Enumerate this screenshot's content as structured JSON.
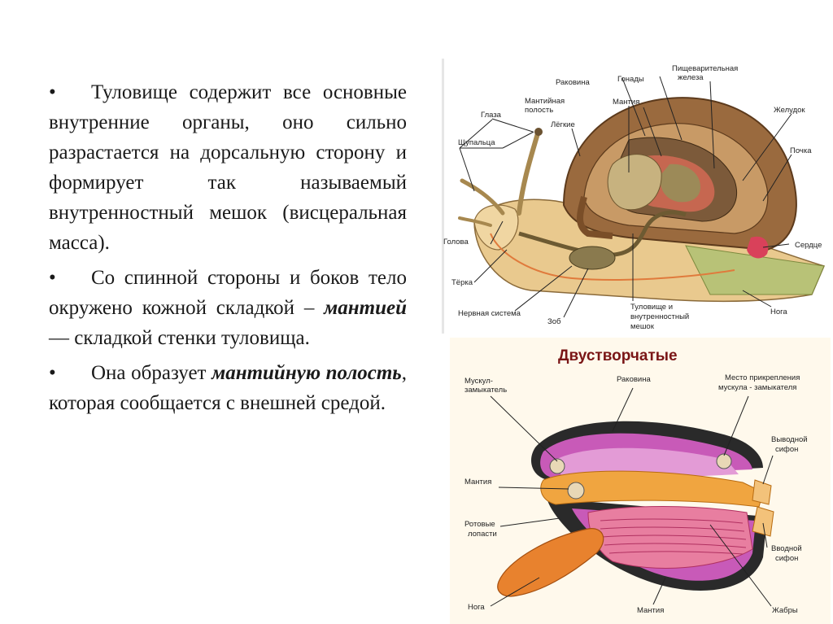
{
  "paragraphs": [
    {
      "bullet": "•",
      "runs": [
        {
          "t": "Туловище содержит все основные внутренние органы, оно сильно разрастается на дорсальную сторону и формирует так называемый внутренностный мешок (висцеральная масса).",
          "em": false
        }
      ]
    },
    {
      "bullet": "•",
      "runs": [
        {
          "t": "Со спинной стороны и боков тело окружено кожной складкой – ",
          "em": false
        },
        {
          "t": "мантией",
          "em": true
        },
        {
          "t": " — складкой стенки туловища.",
          "em": false
        }
      ]
    },
    {
      "bullet": "•",
      "runs": [
        {
          "t": "Она образует ",
          "em": false
        },
        {
          "t": "мантийную полость",
          "em": true
        },
        {
          "t": ", которая сообщается с внешней средой.",
          "em": false
        }
      ]
    }
  ],
  "snail_figure": {
    "labels": {
      "rakovina": "Раковина",
      "gonady": "Гонады",
      "pishch1": "Пищеварительная",
      "pishch2": "железа",
      "mant_pol1": "Мантийная",
      "mant_pol2": "полость",
      "mantiya": "Мантия",
      "zheludok": "Желудок",
      "glaza": "Глаза",
      "legkie": "Лёгкие",
      "shchupaltsa": "Щупальца",
      "pochka": "Почка",
      "golova": "Голова",
      "serdtse": "Сердце",
      "terka": "Тёрка",
      "nerv": "Нервная система",
      "zob": "Зоб",
      "tul1": "Туловище и",
      "tul2": "внутренностный",
      "tul3": "мешок",
      "noga": "Нога"
    }
  },
  "bivalve_figure": {
    "title": "Двустворчатые",
    "labels": {
      "muskul1": "Мускул-",
      "muskul2": "замыкатель",
      "rakovina": "Раковина",
      "mesto1": "Место прикрепления",
      "mesto2": "мускула - замыкателя",
      "vyvod1": "Выводной",
      "vyvod2": "сифон",
      "mantiya_left": "Мантия",
      "rot1": "Ротовые",
      "rot2": "лопасти",
      "vvod1": "Вводной",
      "vvod2": "сифон",
      "noga": "Нога",
      "mantiya_bottom": "Мантия",
      "zhabry": "Жабры"
    }
  },
  "colors": {
    "text": "#1a1a1a",
    "title": "#7a1616",
    "shell": "#9a6a3e",
    "mantle_pink": "#c85ab8",
    "foot": "#e8822e"
  }
}
